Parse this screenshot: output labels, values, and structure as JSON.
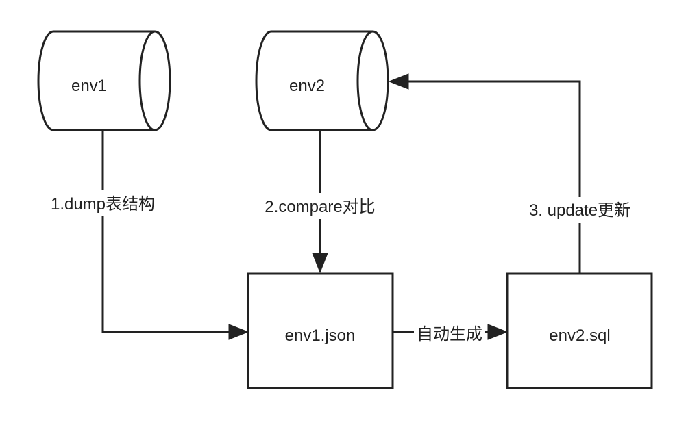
{
  "nodes": {
    "env1_db": {
      "label": "env1"
    },
    "env2_db": {
      "label": "env2"
    },
    "env1_json": {
      "label": "env1.json"
    },
    "env2_sql": {
      "label": "env2.sql"
    }
  },
  "edges": {
    "dump": {
      "label": "1.dump表结构"
    },
    "compare": {
      "label": "2.compare对比"
    },
    "generate": {
      "label": "自动生成"
    },
    "update": {
      "label": "3. update更新"
    }
  },
  "colors": {
    "stroke": "#222222",
    "background": "#ffffff"
  }
}
